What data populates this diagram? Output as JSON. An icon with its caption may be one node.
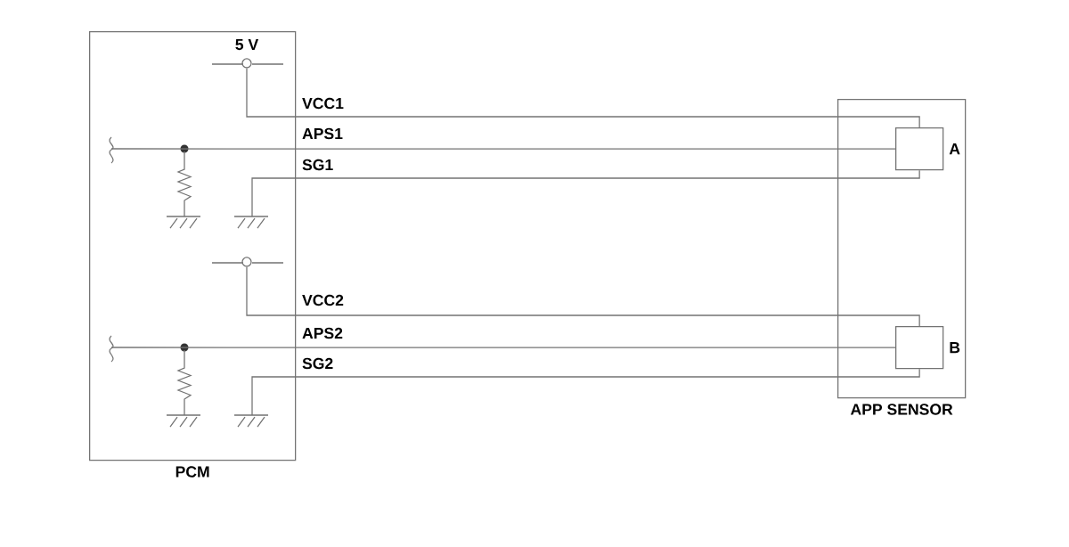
{
  "diagram": {
    "nodes": [
      {
        "text": [
          "PCM"
        ]
      },
      {
        "text": [
          "APP SENSOR"
        ]
      },
      {
        "text": [],
        "shape": "box",
        "beside": [
          "A"
        ],
        "in": 1
      },
      {
        "text": [],
        "shape": "box",
        "beside": [
          "B"
        ],
        "in": 1
      },
      {
        "text": [],
        "shape": "circle",
        "in": 0
      },
      {
        "text": [],
        "shape": "circle",
        "in": 0
      }
    ],
    "edges": [
      {
        "from": 4,
        "to": 2,
        "arrow": "none",
        "label": "VCC1"
      },
      {
        "from": 0,
        "to": 2,
        "arrow": "none",
        "label": "APS1"
      },
      {
        "from": 0,
        "to": 2,
        "arrow": "none",
        "label": "SG1"
      },
      {
        "from": 5,
        "to": 3,
        "arrow": "none",
        "label": "VCC2"
      },
      {
        "from": 0,
        "to": 3,
        "arrow": "none",
        "label": "APS2"
      },
      {
        "from": 0,
        "to": 3,
        "arrow": "none",
        "label": "SG2"
      }
    ],
    "labels": [
      "5 V"
    ]
  }
}
